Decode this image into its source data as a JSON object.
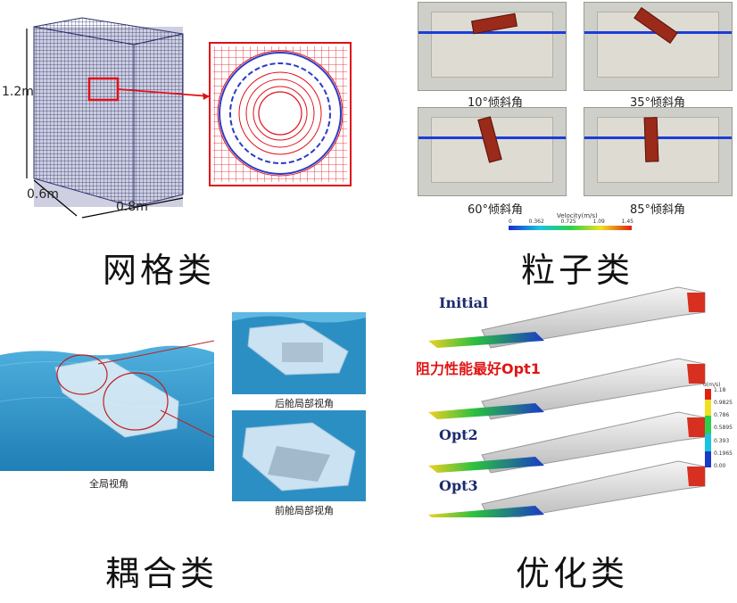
{
  "quadrants": {
    "mesh": {
      "category": "网格类",
      "dims": {
        "height": "1.2m",
        "depth": "0.6m",
        "width": "0.8m"
      }
    },
    "particle": {
      "category": "粒子类",
      "panels": [
        {
          "label": "10°倾斜角",
          "angle": 10
        },
        {
          "label": "35°倾斜角",
          "angle": 35
        },
        {
          "label": "60°倾斜角",
          "angle": 60
        },
        {
          "label": "85°倾斜角",
          "angle": 85
        }
      ],
      "colorbar": {
        "title": "Velocity(m/s)",
        "ticks": [
          "0",
          "0.362",
          "0.725",
          "1.09",
          "1.45"
        ]
      }
    },
    "coupling": {
      "category": "耦合类",
      "global_view": "全局视角",
      "stern_view": "后舱局部视角",
      "bow_view": "前舱局部视角"
    },
    "optimization": {
      "category": "优化类",
      "hulls": [
        {
          "label": "Initial",
          "highlight": false
        },
        {
          "label": "阻力性能最好Opt1",
          "highlight": true
        },
        {
          "label": "Opt2",
          "highlight": false
        },
        {
          "label": "Opt3",
          "highlight": false
        }
      ],
      "colorbar": {
        "title": "u(m/s)",
        "ticks": [
          "1.18",
          "0.9825",
          "0.786",
          "0.5895",
          "0.393",
          "0.1965",
          "0.00"
        ]
      }
    }
  },
  "colors": {
    "mesh_red": "#e0101a",
    "ocean": "#2d8fc2",
    "hull_gray": "#c9c9c9",
    "water_line": "#1c3dd8",
    "plate": "#9a2a1a"
  }
}
